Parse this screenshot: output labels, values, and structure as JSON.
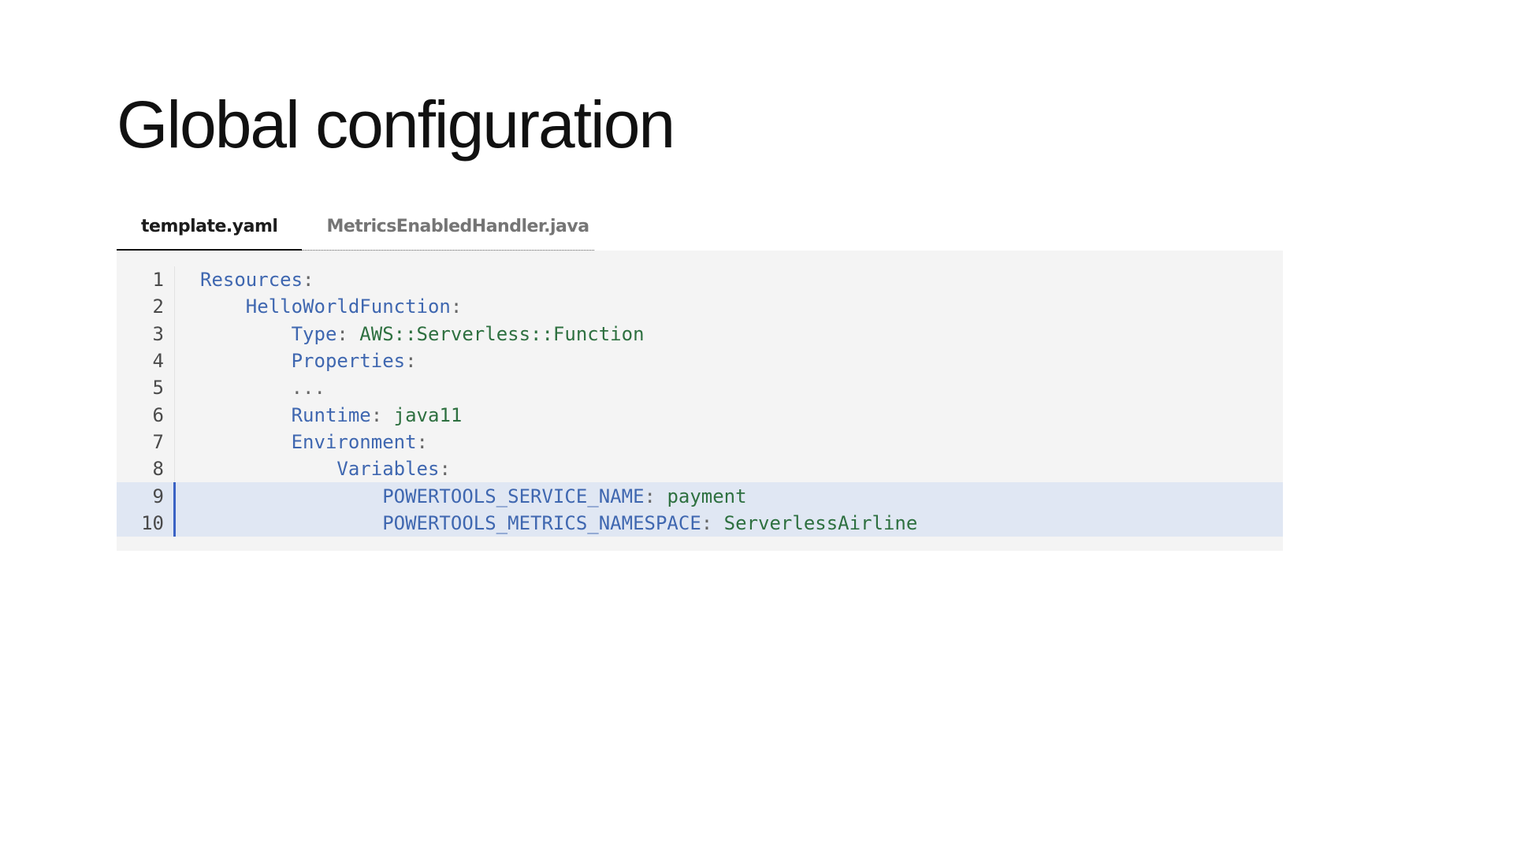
{
  "title": "Global configuration",
  "tabs": [
    {
      "label": "template.yaml",
      "active": true
    },
    {
      "label": "MetricsEnabledHandler.java",
      "active": false
    }
  ],
  "code": {
    "lines": [
      {
        "number": "1",
        "indent": "",
        "key": "Resources",
        "sep": ":",
        "value": "",
        "highlighted": false
      },
      {
        "number": "2",
        "indent": "    ",
        "key": "HelloWorldFunction",
        "sep": ":",
        "value": "",
        "highlighted": false
      },
      {
        "number": "3",
        "indent": "        ",
        "key": "Type",
        "sep": ": ",
        "value": "AWS::Serverless::Function",
        "highlighted": false
      },
      {
        "number": "4",
        "indent": "        ",
        "key": "Properties",
        "sep": ":",
        "value": "",
        "highlighted": false
      },
      {
        "number": "5",
        "indent": "        ",
        "key": "",
        "sep": "...",
        "value": "",
        "highlighted": false
      },
      {
        "number": "6",
        "indent": "        ",
        "key": "Runtime",
        "sep": ": ",
        "value": "java11",
        "highlighted": false
      },
      {
        "number": "7",
        "indent": "        ",
        "key": "Environment",
        "sep": ":",
        "value": "",
        "highlighted": false
      },
      {
        "number": "8",
        "indent": "            ",
        "key": "Variables",
        "sep": ":",
        "value": "",
        "highlighted": false
      },
      {
        "number": "9",
        "indent": "                ",
        "key": "POWERTOOLS_SERVICE_NAME",
        "sep": ": ",
        "value": "payment",
        "highlighted": true
      },
      {
        "number": "10",
        "indent": "                ",
        "key": "POWERTOOLS_METRICS_NAMESPACE",
        "sep": ": ",
        "value": "ServerlessAirline",
        "highlighted": true
      }
    ]
  },
  "colors": {
    "key": "#3f67b0",
    "value": "#2e7040",
    "highlight_bg": "#e0e7f3",
    "highlight_bar": "#3a62c4",
    "panel_bg": "#f4f4f4"
  }
}
